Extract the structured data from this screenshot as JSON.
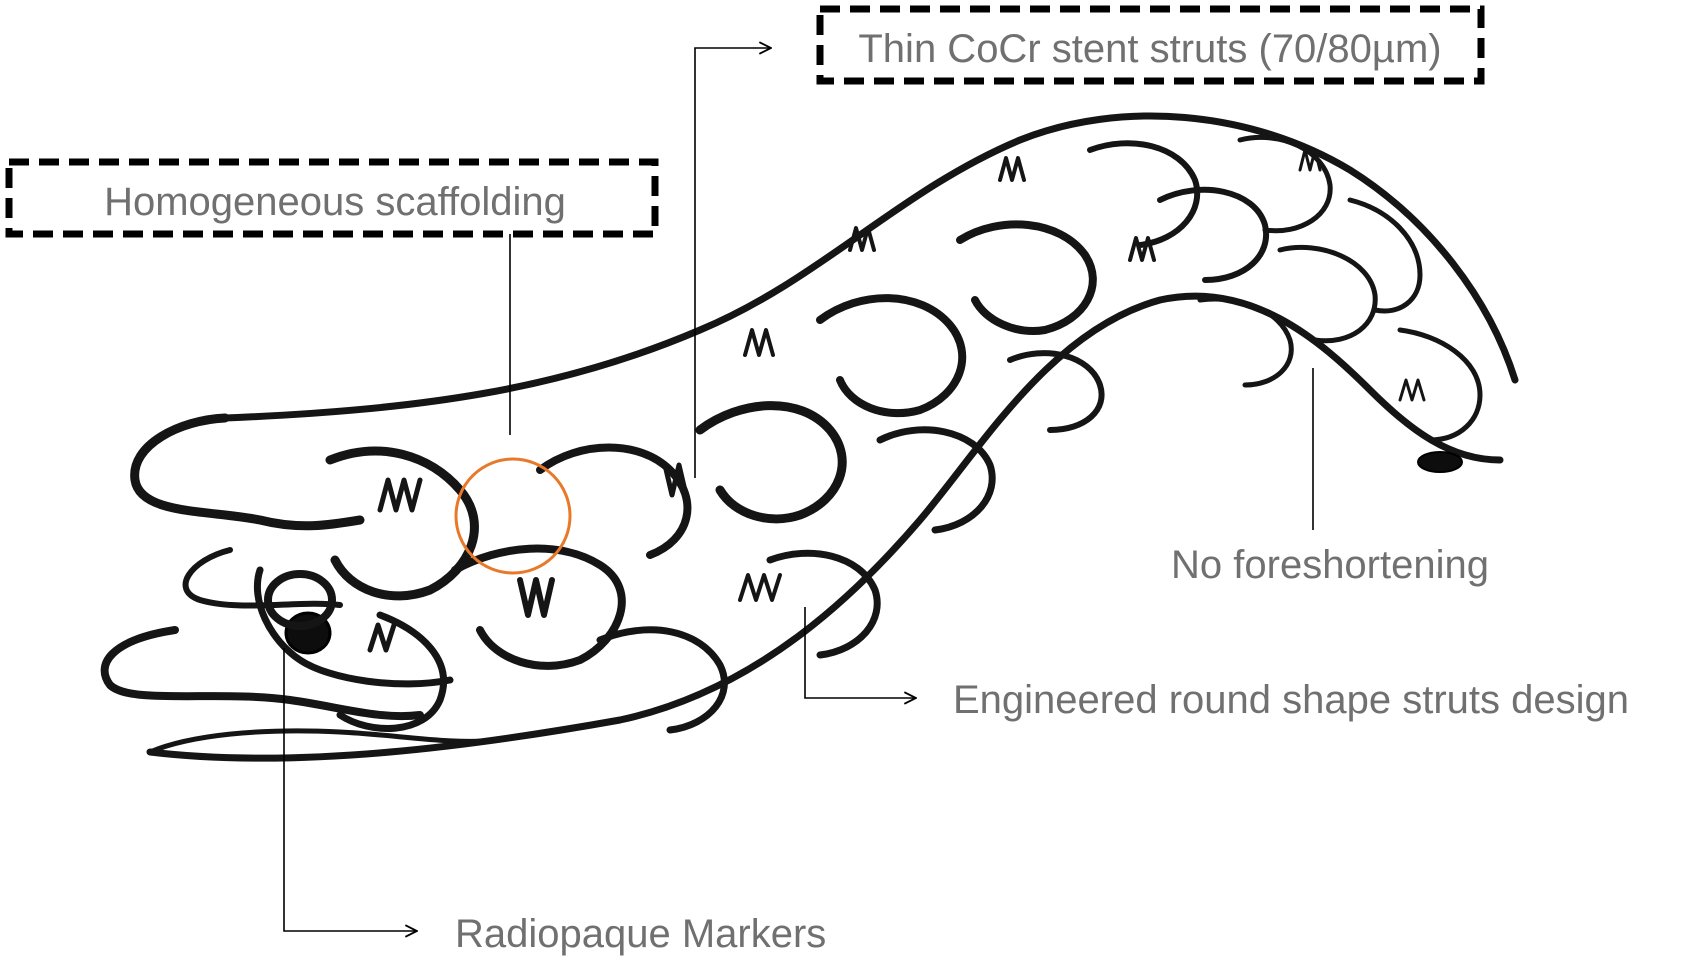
{
  "labels": {
    "thin_struts": "Thin CoCr stent struts (70/80µm)",
    "homogeneous": "Homogeneous scaffolding",
    "no_foreshortening": "No foreshortening",
    "round_struts": "Engineered round shape struts design",
    "radiopaque": "Radiopaque Markers"
  },
  "colors": {
    "label_text": "#707070",
    "leader_line": "#000000",
    "strut": "#151515",
    "highlight_circle": "#e8792a",
    "marker": "#0d0d0d"
  }
}
